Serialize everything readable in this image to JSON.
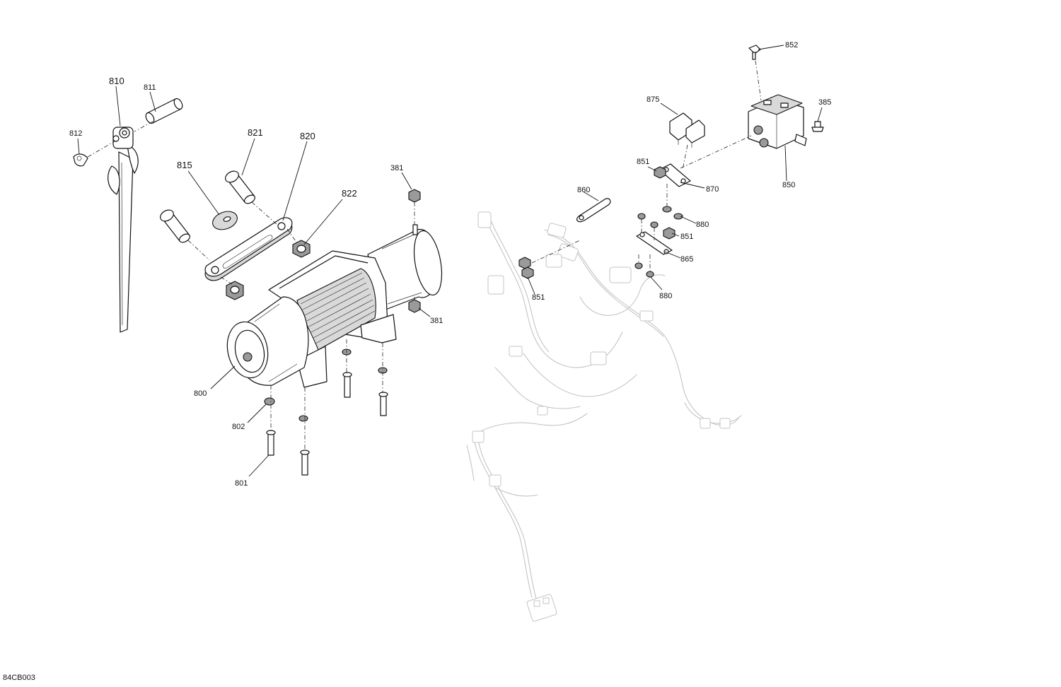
{
  "diagram": {
    "reference_code": "84CB003",
    "callouts": {
      "c810": "810",
      "c811": "811",
      "c812": "812",
      "c821": "821",
      "c820": "820",
      "c815": "815",
      "c822": "822",
      "c381a": "381",
      "c381b": "381",
      "c800": "800",
      "c802": "802",
      "c801": "801",
      "c852": "852",
      "c875": "875",
      "c385": "385",
      "c851a": "851",
      "c870": "870",
      "c850": "850",
      "c860": "860",
      "c880a": "880",
      "c851b": "851",
      "c865": "865",
      "c851c": "851",
      "c880b": "880"
    }
  }
}
